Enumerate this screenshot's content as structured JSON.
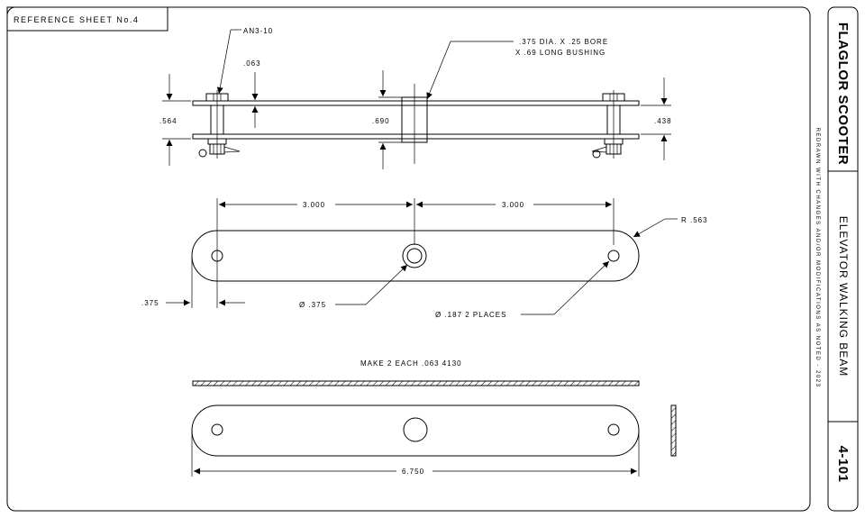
{
  "reference_sheet": "REFERENCE SHEET No.4",
  "title_block": {
    "project": "FLAGLOR SCOOTER",
    "drawing_title": "ELEVATOR WALKING BEAM",
    "sheet_number": "4-101",
    "revision_note": "REDRAWN WITH CHANGES AND/OR MODIFICATIONS AS NOTED - 2023"
  },
  "callouts": {
    "bolt": "AN3-10",
    "bushing_line1": ".375 DIA. X .25 BORE",
    "bushing_line2": "X .69 LONG BUSHING",
    "radius": "R .563",
    "center_hole": "Ø .375",
    "end_holes": "Ø .187 2 PLACES",
    "make_note": "MAKE 2 EACH .063 4130"
  },
  "dimensions": {
    "plate_thickness": ".063",
    "overall_height": ".564",
    "bushing_length": ".690",
    "plate_gap": ".438",
    "left_spacing": "3.000",
    "right_spacing": "3.000",
    "edge_offset": ".375",
    "overall_length": "6.750"
  }
}
